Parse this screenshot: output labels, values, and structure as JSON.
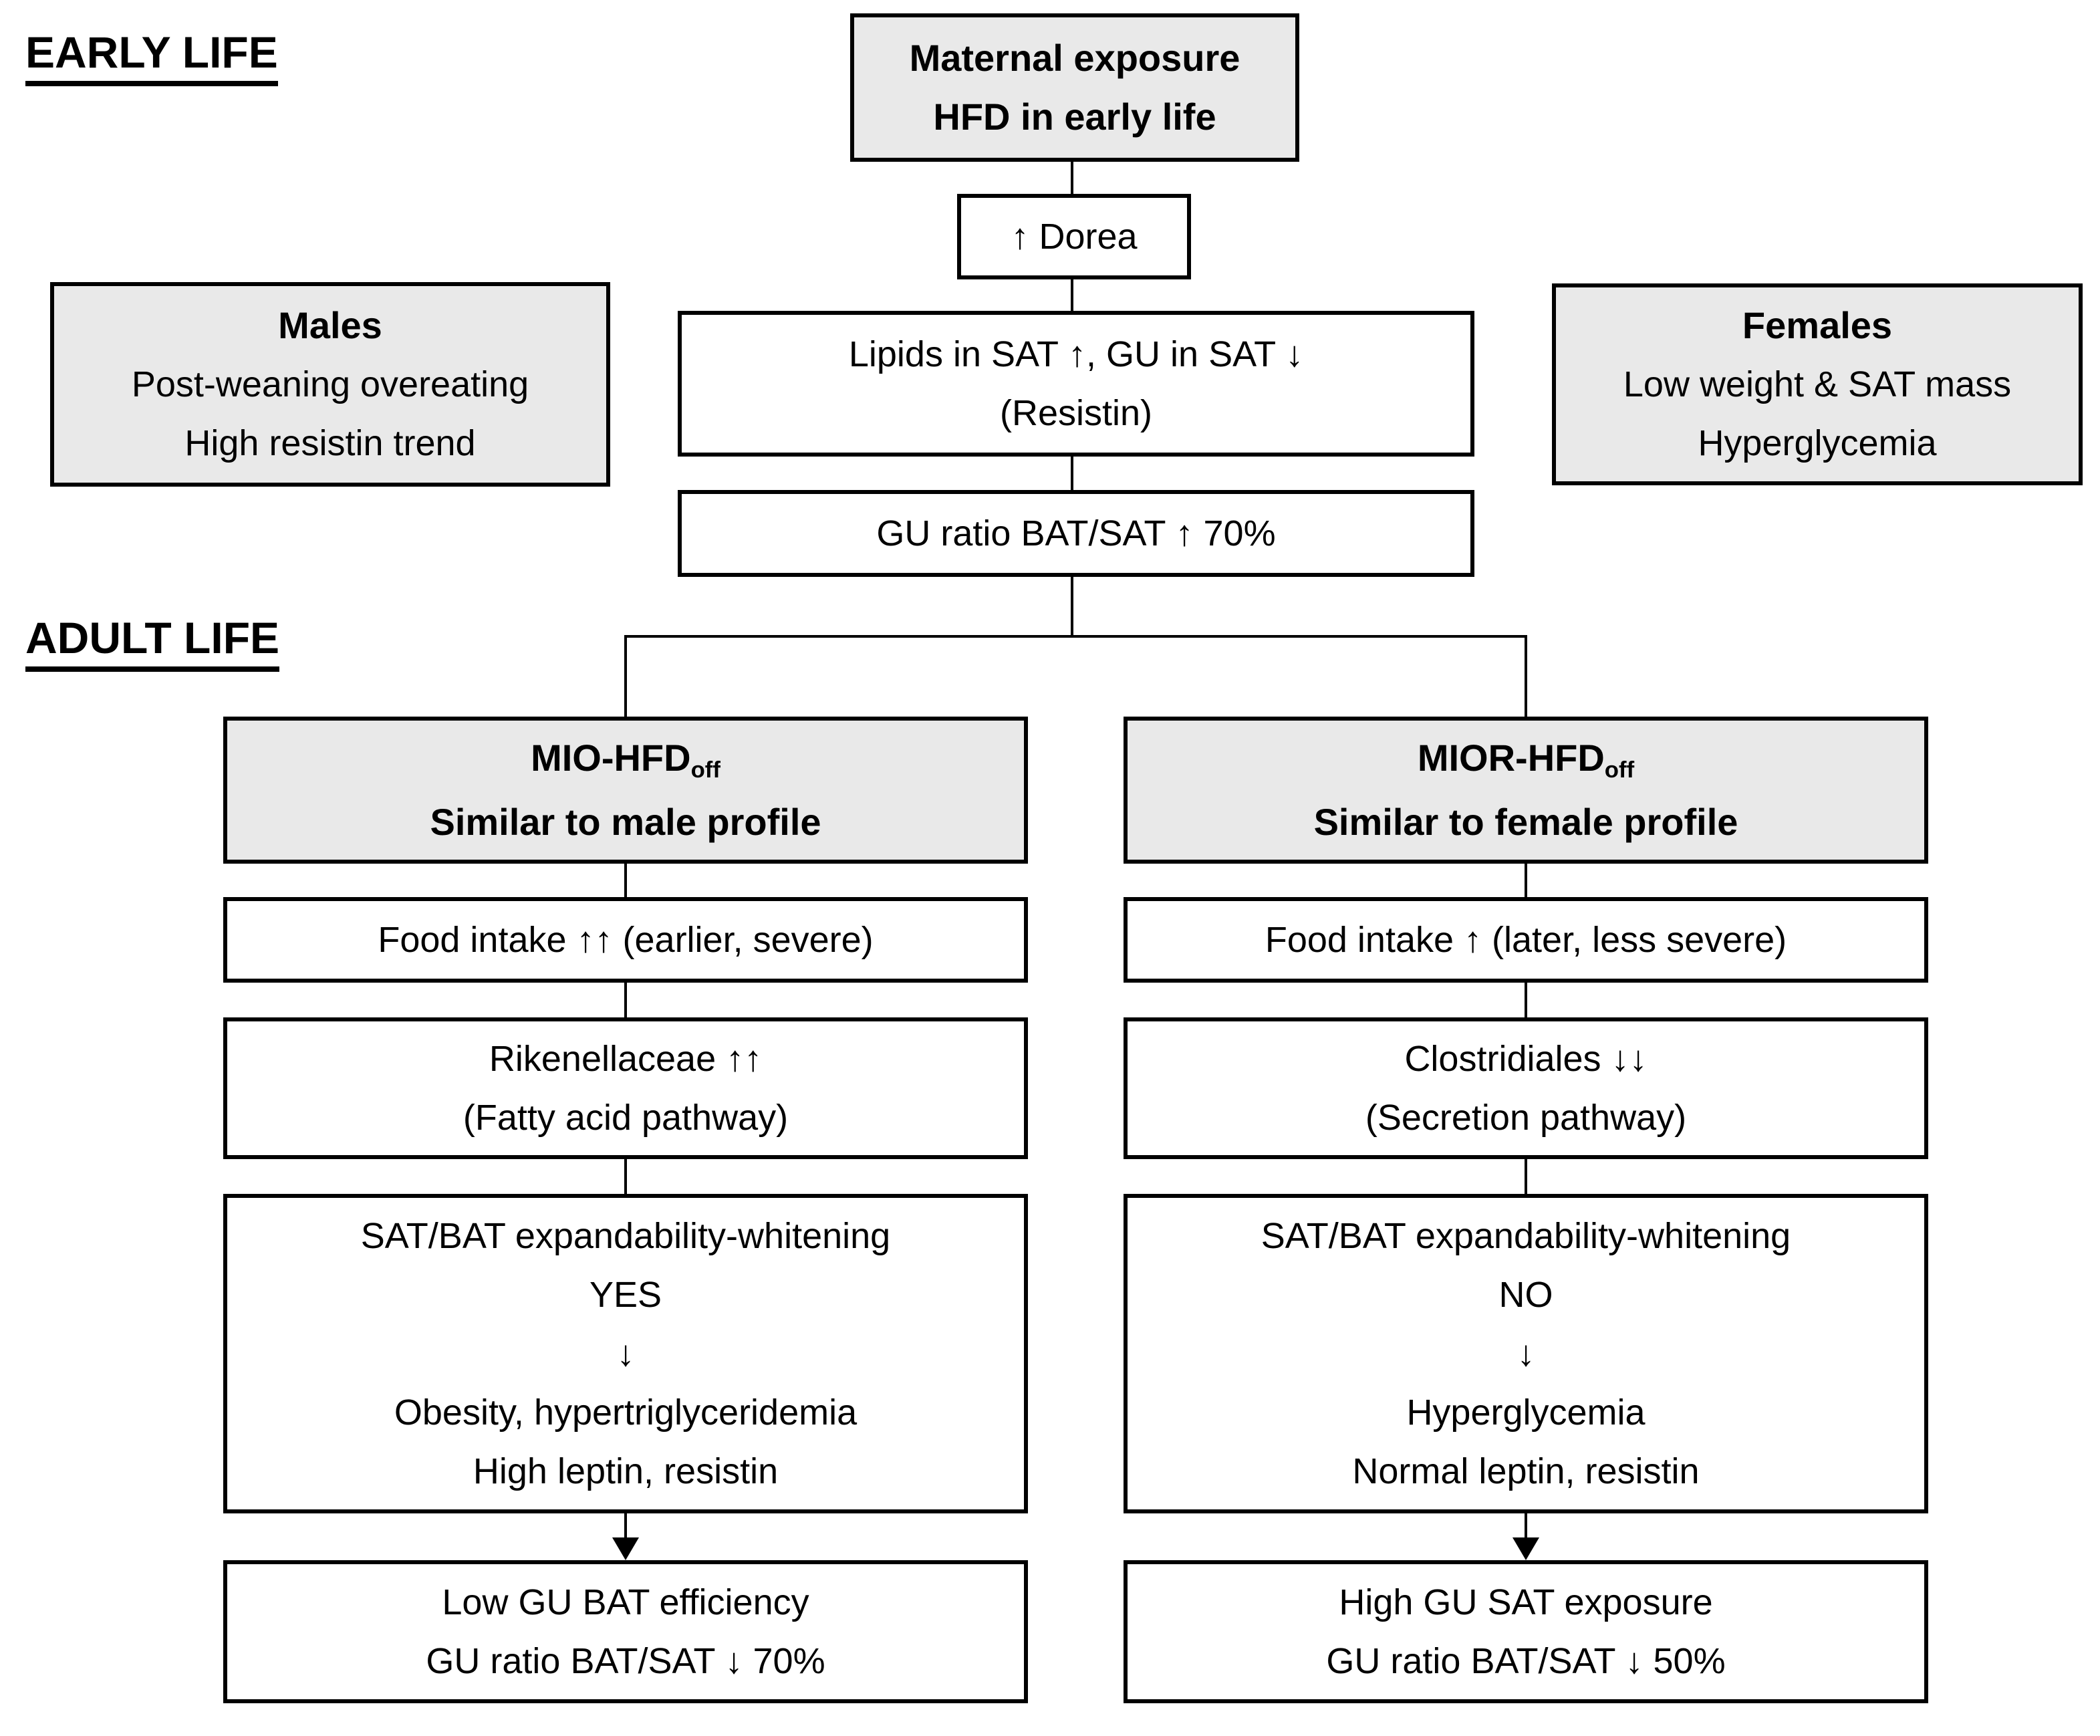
{
  "colors": {
    "background": "#ffffff",
    "box_fill_gray": "#e9e9e9",
    "box_fill_white": "#ffffff",
    "border": "#000000",
    "text": "#000000"
  },
  "labels": {
    "early_life": "EARLY LIFE",
    "adult_life": "ADULT LIFE"
  },
  "early": {
    "maternal": {
      "line1": "Maternal exposure",
      "line2": "HFD in early life"
    },
    "dorea": "↑ Dorea",
    "males": {
      "title": "Males",
      "line1": "Post-weaning overeating",
      "line2": "High resistin trend"
    },
    "lipids": {
      "line1": "Lipids in SAT ↑, GU in SAT ↓",
      "line2": "(Resistin)"
    },
    "females": {
      "title": "Females",
      "line1": "Low weight & SAT mass",
      "line2": "Hyperglycemia"
    },
    "gu_ratio": "GU ratio BAT/SAT ↑ 70%"
  },
  "adult": {
    "left": {
      "header_main": "MIO-HFD",
      "header_sub": "off",
      "header_line2": "Similar to male profile",
      "food_intake": "Food intake ↑↑ (earlier, severe)",
      "microbe_line1": "Rikenellaceae ↑↑",
      "microbe_line2": "(Fatty acid pathway)",
      "expand_line1": "SAT/BAT expandability-whitening",
      "expand_answer": "YES",
      "expand_arrow": "↓",
      "expand_line3": "Obesity, hypertriglyceridemia",
      "expand_line4": "High leptin, resistin",
      "outcome_line1": "Low GU BAT efficiency",
      "outcome_line2": "GU ratio BAT/SAT ↓ 70%"
    },
    "right": {
      "header_main": "MIOR-HFD",
      "header_sub": "off",
      "header_line2": "Similar to female profile",
      "food_intake": "Food intake ↑ (later, less severe)",
      "microbe_line1": "Clostridiales ↓↓",
      "microbe_line2": "(Secretion pathway)",
      "expand_line1": "SAT/BAT expandability-whitening",
      "expand_answer": "NO",
      "expand_arrow": "↓",
      "expand_line3": "Hyperglycemia",
      "expand_line4": "Normal leptin, resistin",
      "outcome_line1": "High GU SAT exposure",
      "outcome_line2": "GU ratio BAT/SAT ↓ 50%"
    }
  }
}
